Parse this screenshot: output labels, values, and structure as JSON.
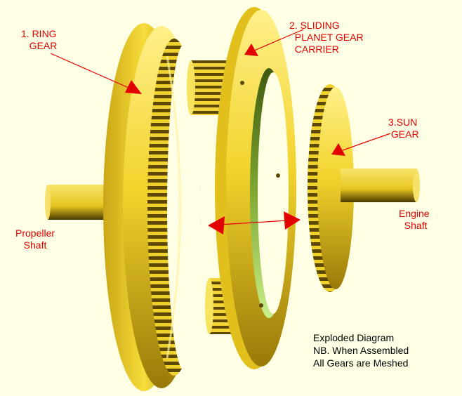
{
  "labels": {
    "ring_gear": "1. RING\n   GEAR",
    "planet_carrier": "2. SLIDING\n  PLANET GEAR\n  CARRIER",
    "sun_gear": "3.SUN\n GEAR",
    "engine_shaft": "Engine\n  Shaft",
    "propeller_shaft": "Propeller\n   Shaft"
  },
  "note": "Exploded Diagram\nNB. When Assembled\nAll Gears are Meshed",
  "colors": {
    "background": "#ffffe6",
    "gear_yellow": "#f2d32c",
    "gear_dark": "#8a6c06",
    "label_red": "#e30000",
    "carrier_green": "#b8e07a"
  }
}
